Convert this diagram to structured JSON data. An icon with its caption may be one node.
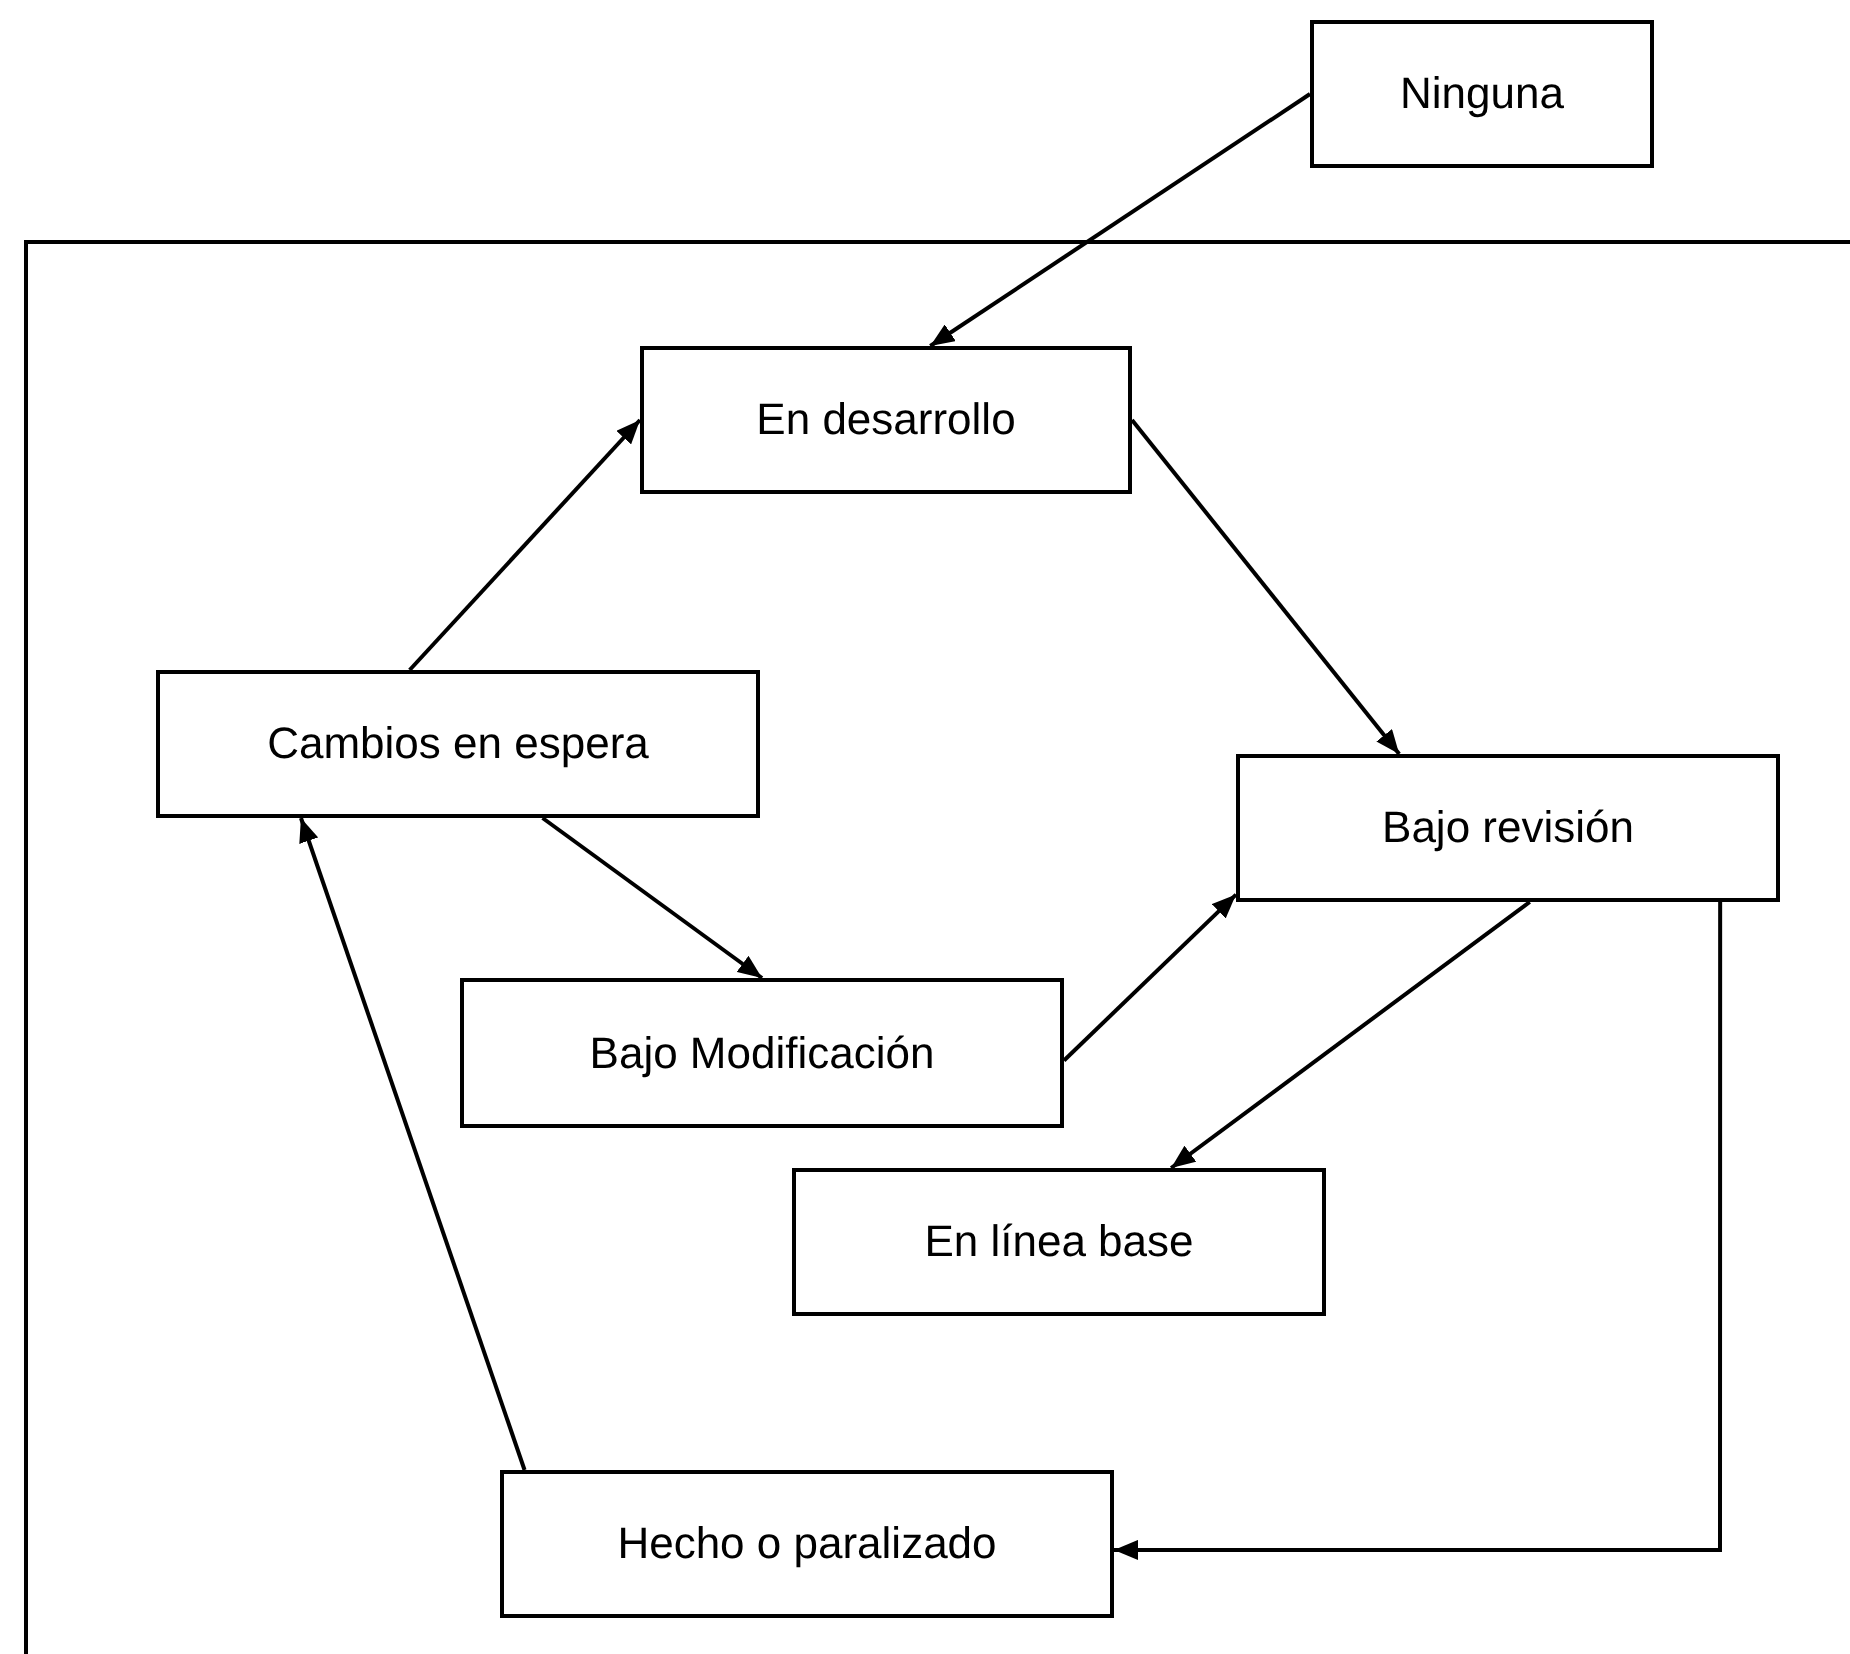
{
  "diagram": {
    "nodes": [
      {
        "text": [
          "Ninguna"
        ]
      },
      {
        "text": [],
        "shape": "box"
      },
      {
        "text": [
          "En desarrollo"
        ],
        "in": 1
      },
      {
        "text": [
          "Cambios en espera"
        ],
        "in": 1
      },
      {
        "text": [
          "Bajo revisión"
        ],
        "in": 1
      },
      {
        "text": [
          "Bajo Modificación"
        ],
        "in": 1
      },
      {
        "text": [
          "En línea base"
        ],
        "in": 1
      },
      {
        "text": [
          "Hecho o paralizado"
        ],
        "in": 1
      }
    ],
    "edges": [
      {
        "from": 0,
        "to": 2,
        "arrow": "to"
      },
      {
        "from": 3,
        "to": 2,
        "arrow": "to"
      },
      {
        "from": 2,
        "to": 4,
        "arrow": "to"
      },
      {
        "from": 3,
        "to": 5,
        "arrow": "to"
      },
      {
        "from": 5,
        "to": 4,
        "arrow": "to"
      },
      {
        "from": 4,
        "to": 6,
        "arrow": "to"
      },
      {
        "from": 4,
        "to": 7,
        "arrow": "to"
      },
      {
        "from": 7,
        "to": 3,
        "arrow": "to"
      }
    ]
  }
}
